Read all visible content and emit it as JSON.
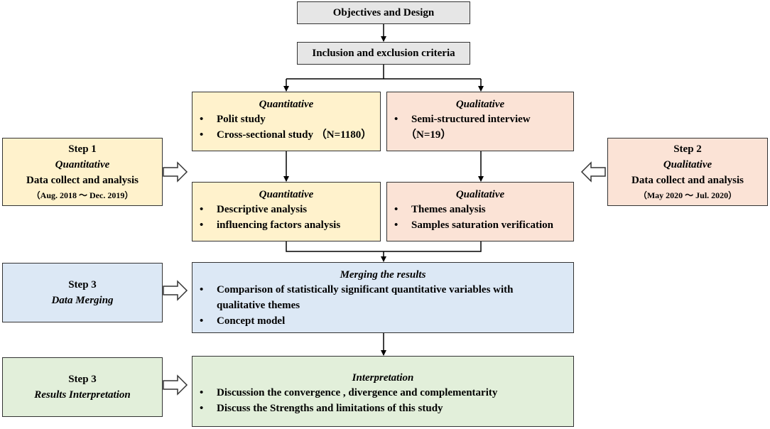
{
  "top": {
    "objectives": "Objectives and Design",
    "criteria": "Inclusion and exclusion criteria"
  },
  "quant1": {
    "heading": "Quantitative",
    "items": [
      "Polit study",
      "Cross-sectional study （N=1180）"
    ]
  },
  "qual1": {
    "heading": "Qualitative",
    "items": [
      "Semi-structured interview",
      "（N=19）"
    ]
  },
  "quant2": {
    "heading": "Quantitative",
    "items": [
      "Descriptive analysis",
      "influencing factors analysis"
    ]
  },
  "qual2": {
    "heading": "Qualitative",
    "items": [
      "Themes analysis",
      "Samples saturation verification"
    ]
  },
  "step1": {
    "step": "Step 1",
    "type": "Quantitative",
    "desc": "Data collect and analysis",
    "period": "（Aug. 2018 ～ Dec. 2019）"
  },
  "step2": {
    "step": "Step 2",
    "type": "Qualitative",
    "desc": "Data collect and analysis",
    "period": "（May 2020 ～ Jul. 2020）"
  },
  "step3_merge": {
    "step": "Step 3",
    "type": "Data Merging"
  },
  "merge": {
    "heading": "Merging the results",
    "items": [
      "Comparison of statistically significant quantitative variables with",
      "qualitative themes",
      "Concept model"
    ]
  },
  "step3_interp": {
    "step": "Step 3",
    "type": "Results Interpretation"
  },
  "interp": {
    "heading": "Interpretation",
    "items": [
      "Discussion the convergence , divergence and complementarity",
      "Discuss the Strengths and limitations of this study"
    ]
  }
}
